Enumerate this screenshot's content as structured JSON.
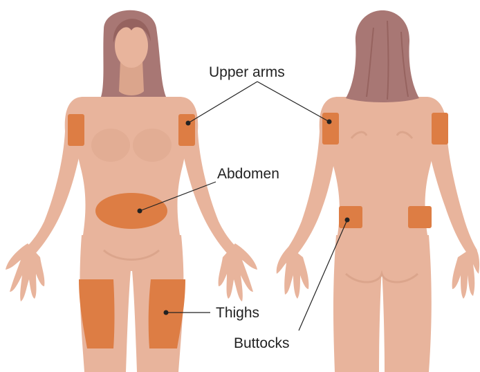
{
  "labels": {
    "upper_arms": "Upper arms",
    "abdomen": "Abdomen",
    "thighs": "Thighs",
    "buttocks": "Buttocks"
  },
  "colors": {
    "skin": "#e8b49c",
    "skin_shadow": "#dba58c",
    "hair": "#a87774",
    "hair_dark": "#96635f",
    "injection_area": "#dd7d44",
    "line": "#222222"
  }
}
